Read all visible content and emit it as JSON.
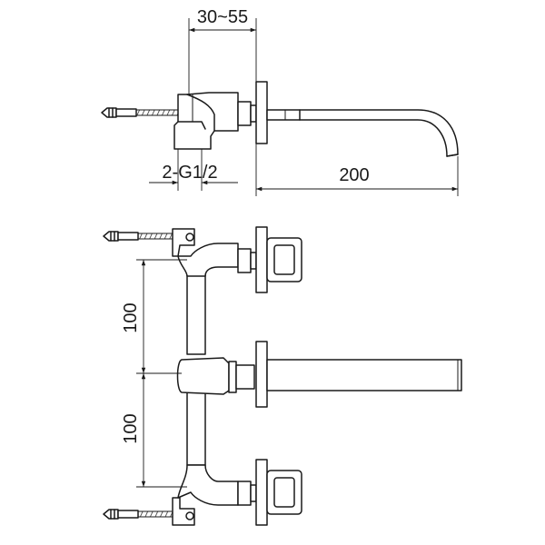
{
  "dimensions": {
    "wall_depth": "30~55",
    "connection": "2-G1/2",
    "spout_projection": "200",
    "upper_spacing": "100",
    "lower_spacing": "100"
  }
}
